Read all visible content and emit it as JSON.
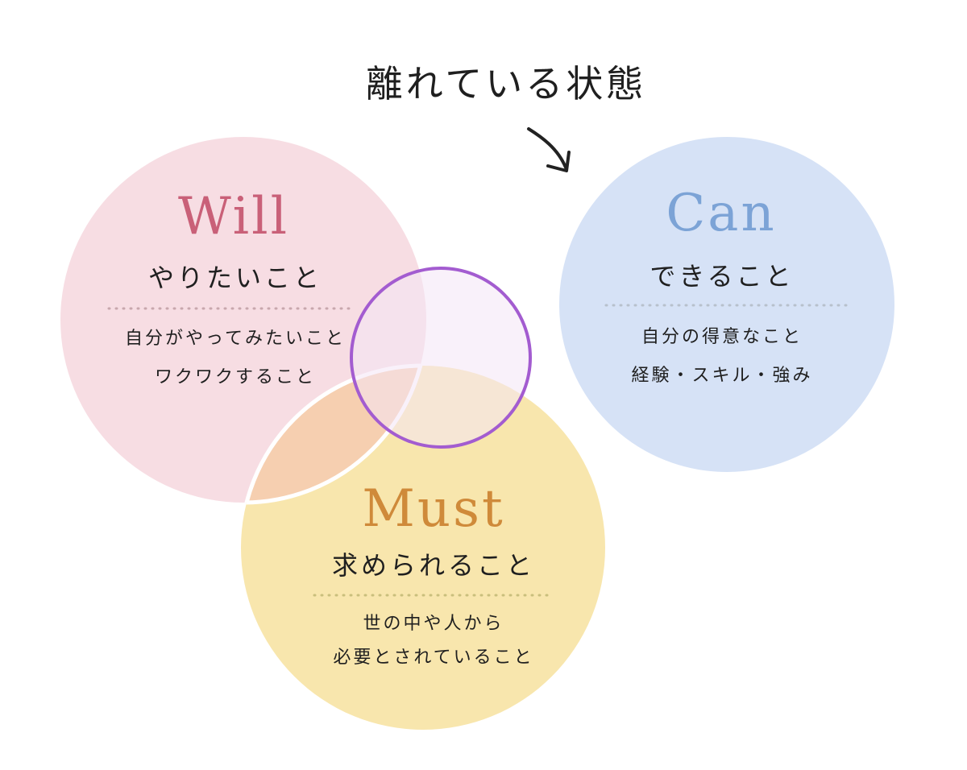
{
  "headline": "離れている状態",
  "colors": {
    "will_fill": "#f7dde3",
    "will_title": "#c96078",
    "can_fill": "#d6e2f6",
    "can_title": "#7ca3d6",
    "must_fill": "#f8e6ad",
    "must_title": "#cf8a3a",
    "overlap_will_must": "#f6cfb0",
    "focus_ring": "#a35cd0",
    "focus_fill": "#f4e6f6",
    "text": "#1f1f1f"
  },
  "will": {
    "title": "Will",
    "subtitle": "やりたいこと",
    "lines": [
      "自分がやってみたいこと",
      "ワクワクすること"
    ]
  },
  "can": {
    "title": "Can",
    "subtitle": "できること",
    "lines": [
      "自分の得意なこと",
      "経験・スキル・強み"
    ]
  },
  "must": {
    "title": "Must",
    "subtitle": "求められること",
    "lines": [
      "世の中や人から",
      "必要とされていること"
    ]
  },
  "icons": {
    "arrow": "curved-arrow-icon"
  }
}
